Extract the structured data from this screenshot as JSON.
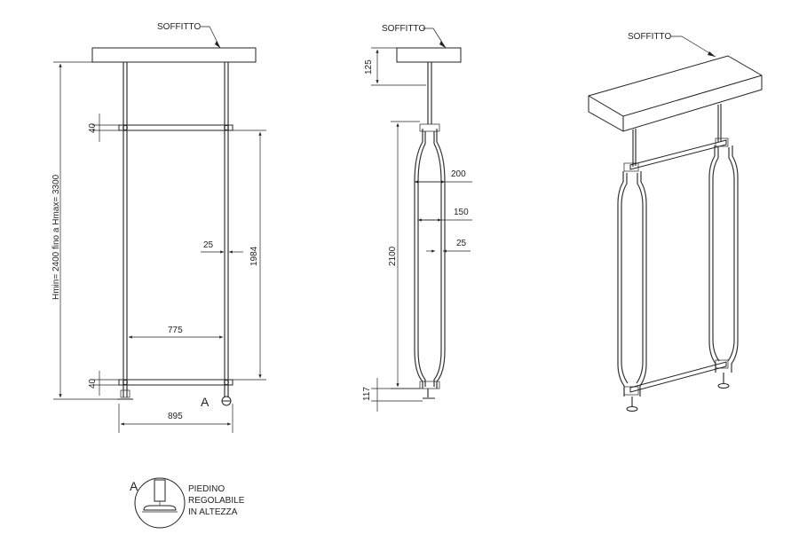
{
  "front_view": {
    "ceiling_label": "SOFFITTO",
    "height_range": "Hmin= 2400 fino a Hmax= 3300",
    "bar_height_top": "40",
    "bar_height_bottom": "40",
    "inner_height": "1984",
    "tube_width": "25",
    "inner_width": "775",
    "outer_width": "895",
    "detail_ref": "A"
  },
  "side_view": {
    "ceiling_label": "SOFFITTO",
    "ceiling_offset": "125",
    "height": "2100",
    "depth_200": "200",
    "depth_150": "150",
    "tube_25": "25",
    "floor_offset": "117"
  },
  "iso_view": {
    "ceiling_label": "SOFFITTO"
  },
  "detail": {
    "ref": "A",
    "line1": "PIEDINO",
    "line2": "REGOLABILE",
    "line3": "IN ALTEZZA"
  }
}
